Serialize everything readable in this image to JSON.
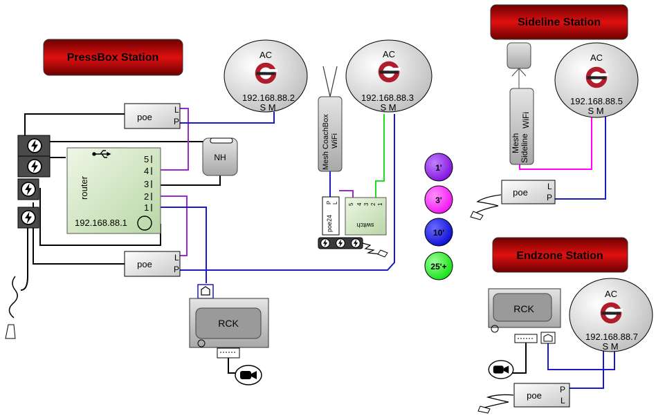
{
  "stations": {
    "pressbox": "PressBox Station",
    "sideline": "Sideline Station",
    "endzone": "Endzone Station"
  },
  "access_points": {
    "ap1": {
      "label": "AC",
      "ip": "192.168.88.2",
      "ports": "S M"
    },
    "ap2": {
      "label": "AC",
      "ip": "192.168.88.3",
      "ports": "S M"
    },
    "ap3": {
      "label": "AC",
      "ip": "192.168.88.5",
      "ports": "S M"
    },
    "ap4": {
      "label": "AC",
      "ip": "192.168.88.7",
      "ports": "S M"
    }
  },
  "poe": {
    "label": "poe",
    "port_l": "L",
    "port_p": "P"
  },
  "router": {
    "label": "router",
    "ip": "192.168.88.1",
    "ports": [
      "5",
      "4",
      "3",
      "2",
      "1"
    ]
  },
  "nh": "NH",
  "rck": "RCK",
  "mesh_coachbox": {
    "line1": "Mesh CoachBox",
    "line2": "WiFi"
  },
  "mesh_sideline": {
    "line1": "Mesh",
    "line2": "Sideline",
    "line3": "WiFi"
  },
  "poe24": {
    "label": "poe24",
    "port_p": "P",
    "port_l": "L"
  },
  "switch": {
    "label": "switch",
    "ports": [
      "5",
      "4",
      "3",
      "2",
      "1"
    ]
  },
  "legend": [
    {
      "label": "1'",
      "color": "#8a11e8"
    },
    {
      "label": "3'",
      "color": "#ff00ff"
    },
    {
      "label": "10'",
      "color": "#0000dd"
    },
    {
      "label": "25'+",
      "color": "#00ee00"
    }
  ],
  "colors": {
    "station_dark": "#6e0000",
    "station_light": "#e01010",
    "purple": "#9a28d0",
    "magenta": "#ff00ff",
    "blue": "#1818cc",
    "green": "#22dd22",
    "ap_logo_red": "#b01e2c",
    "ap_logo_dark": "#222222"
  },
  "icons": {
    "usb": "usb-icon",
    "power": "lightning-icon",
    "camera": "camera-icon",
    "antenna": "antenna-icon",
    "ethernet": "ethernet-jack-icon",
    "logo": "ac-logo-icon"
  }
}
